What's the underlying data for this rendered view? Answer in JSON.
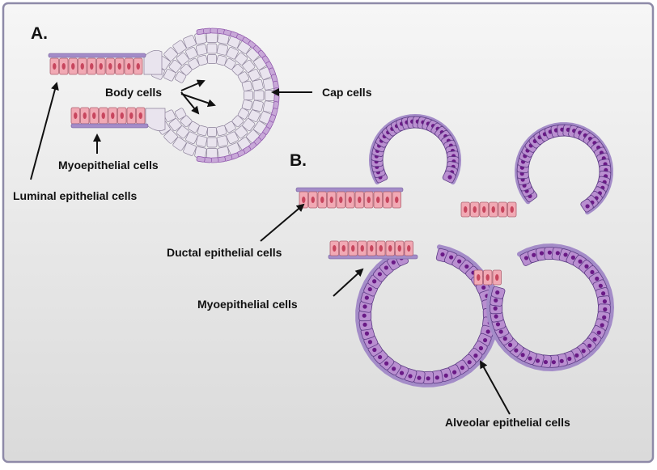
{
  "panels": {
    "a_label": "A.",
    "b_label": "B."
  },
  "labels": {
    "body_cells": "Body cells",
    "cap_cells": "Cap cells",
    "myoepithelial_a": "Myoepithelial cells",
    "luminal_epithelial": "Luminal epithelial cells",
    "ductal_epithelial": "Ductal epithelial cells",
    "myoepithelial_b": "Myoepithelial cells",
    "alveolar_epithelial": "Alveolar epithelial cells"
  },
  "colors": {
    "frame_border": "#8e8aa8",
    "panel_bg_top": "#f5f5f5",
    "panel_bg_bottom": "#dcdcdc",
    "luminal_cell": "#f1a9b4",
    "luminal_nucleus": "#c8465e",
    "body_cell": "#e9e4ee",
    "cap_cell": "#c8a8d8",
    "alveolar_cell": "#b98fd0",
    "alveolar_nucleus": "#6a1a86",
    "myoepithelial": "#a48cc8"
  }
}
